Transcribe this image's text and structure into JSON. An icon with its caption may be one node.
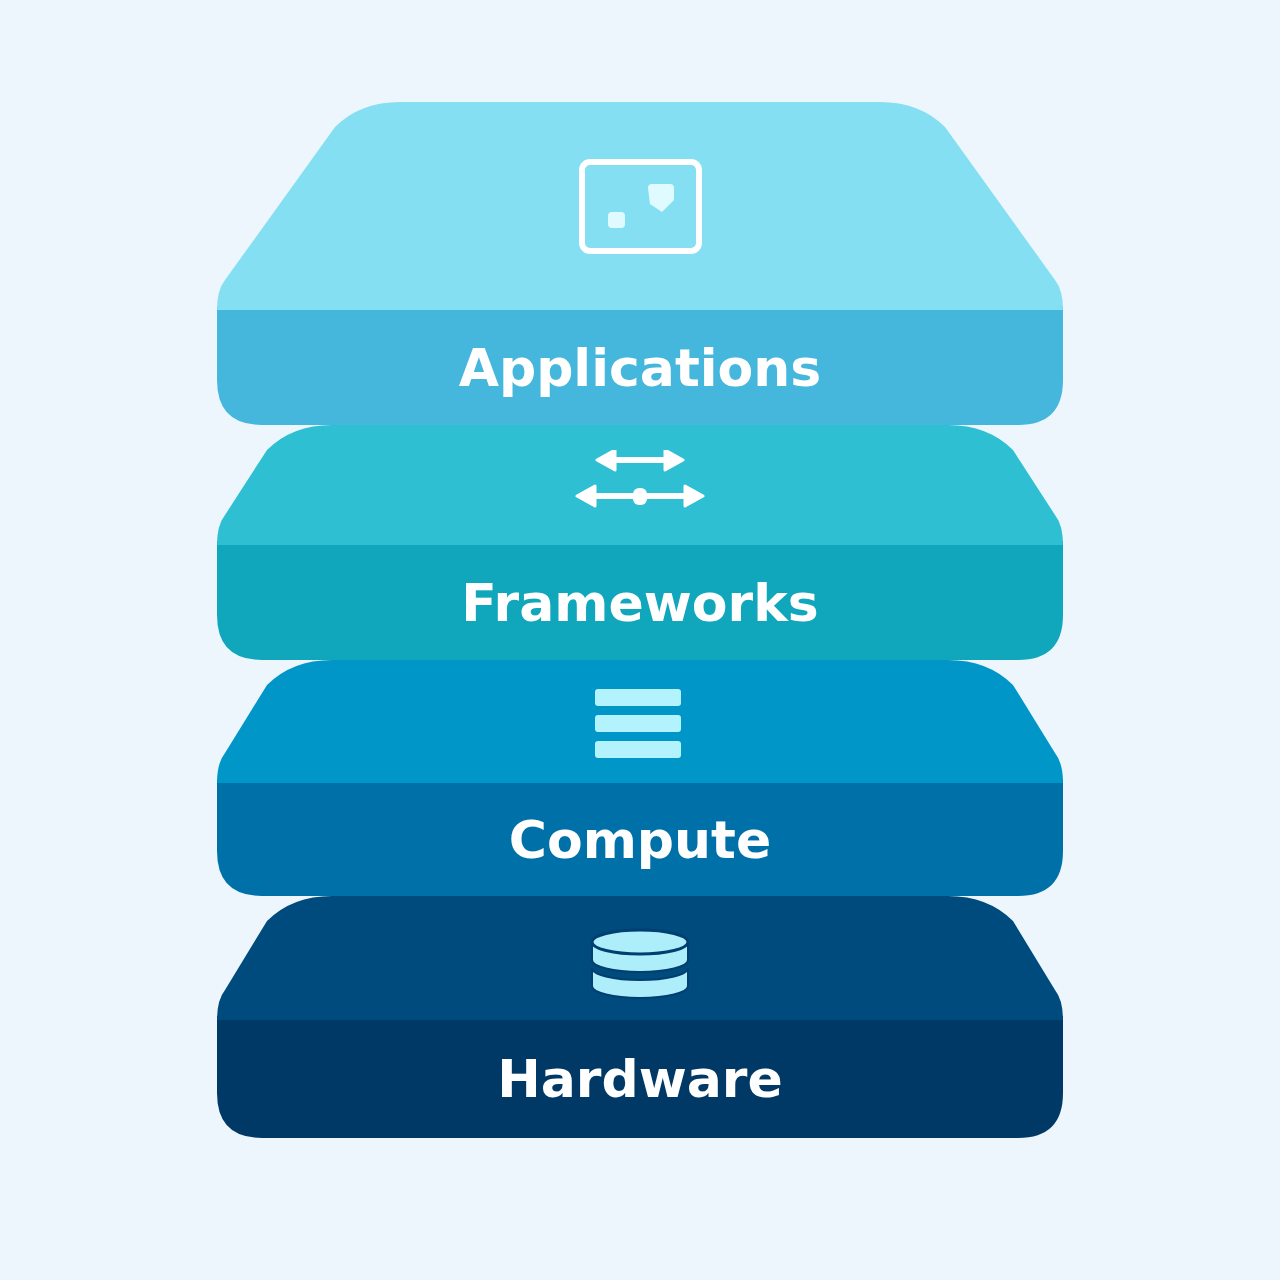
{
  "diagram": {
    "nodes": [
      {
        "text": [
          "Applications"
        ]
      },
      {
        "text": [
          "Frameworks"
        ]
      },
      {
        "text": [
          "Compute"
        ]
      },
      {
        "text": [
          "Hardware"
        ]
      }
    ]
  }
}
